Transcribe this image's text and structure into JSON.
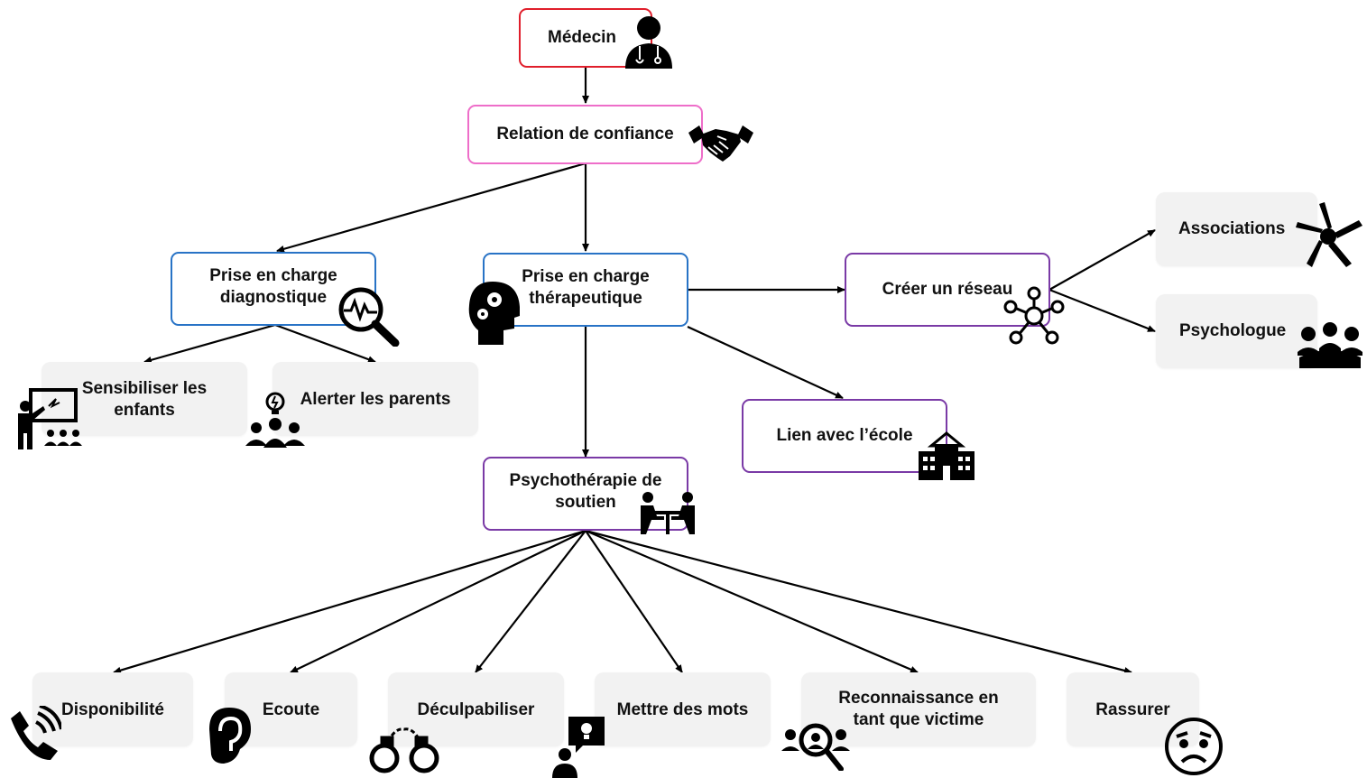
{
  "diagram": {
    "root": "Médecin",
    "trust": "Relation de confiance",
    "diagnostic": "Prise en charge\ndiagnostique",
    "therapeutic": "Prise en charge\nthérapeutique",
    "network": "Créer un réseau",
    "school_link": "Lien avec l’école",
    "psychotherapy": "Psychothérapie de\nsoutien",
    "associations": "Associations",
    "psychologist": "Psychologue",
    "sensitize": "Sensibiliser les\nenfants",
    "alert_parents": "Alerter les parents",
    "availability": "Disponibilité",
    "listening": "Ecoute",
    "deguilt": "Déculpabiliser",
    "words": "Mettre des mots",
    "recognition": "Reconnaissance en\ntant que victime",
    "reassure": "Rassurer"
  },
  "colors": {
    "root_border": "#e01e2b",
    "trust_border": "#ee6ec9",
    "care_border": "#2873c6",
    "action_border": "#7a3aa6",
    "leaf_fill": "#f2f2f2",
    "arrow": "#000000"
  },
  "icons": {
    "root": "doctor-icon",
    "trust": "handshake-icon",
    "diagnostic": "magnifier-pulse-icon",
    "therapeutic": "head-gears-icon",
    "network": "network-icon",
    "school": "school-building-icon",
    "psychotherapy": "counseling-table-icon",
    "associations": "joined-hands-icon",
    "psychologist": "group-icon",
    "sensitize": "teacher-board-icon",
    "alert_parents": "family-alert-icon",
    "availability": "phone-icon",
    "listening": "ear-icon",
    "deguilt": "handcuffs-icon",
    "words": "speech-idea-icon",
    "recognition": "people-search-icon",
    "reassure": "worried-face-icon"
  }
}
